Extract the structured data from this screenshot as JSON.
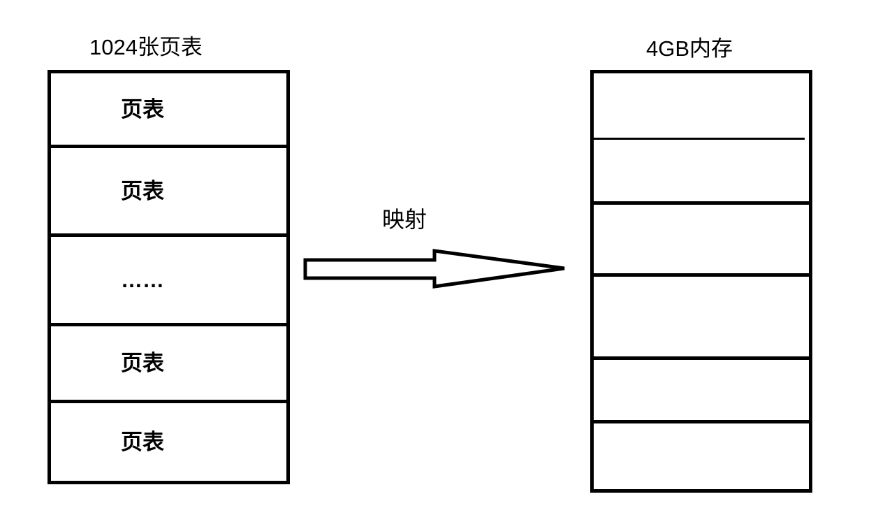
{
  "page": {
    "background_color": "#ffffff",
    "line_color": "#000000"
  },
  "left_stack": {
    "title": "1024张页表",
    "rows": [
      {
        "label": "页表"
      },
      {
        "label": "页表"
      },
      {
        "label": "……"
      },
      {
        "label": "页表"
      },
      {
        "label": "页表"
      }
    ]
  },
  "mapping_arrow": {
    "label": "映射",
    "direction": "right"
  },
  "right_stack": {
    "title": "4GB内存",
    "row_count": 6
  }
}
